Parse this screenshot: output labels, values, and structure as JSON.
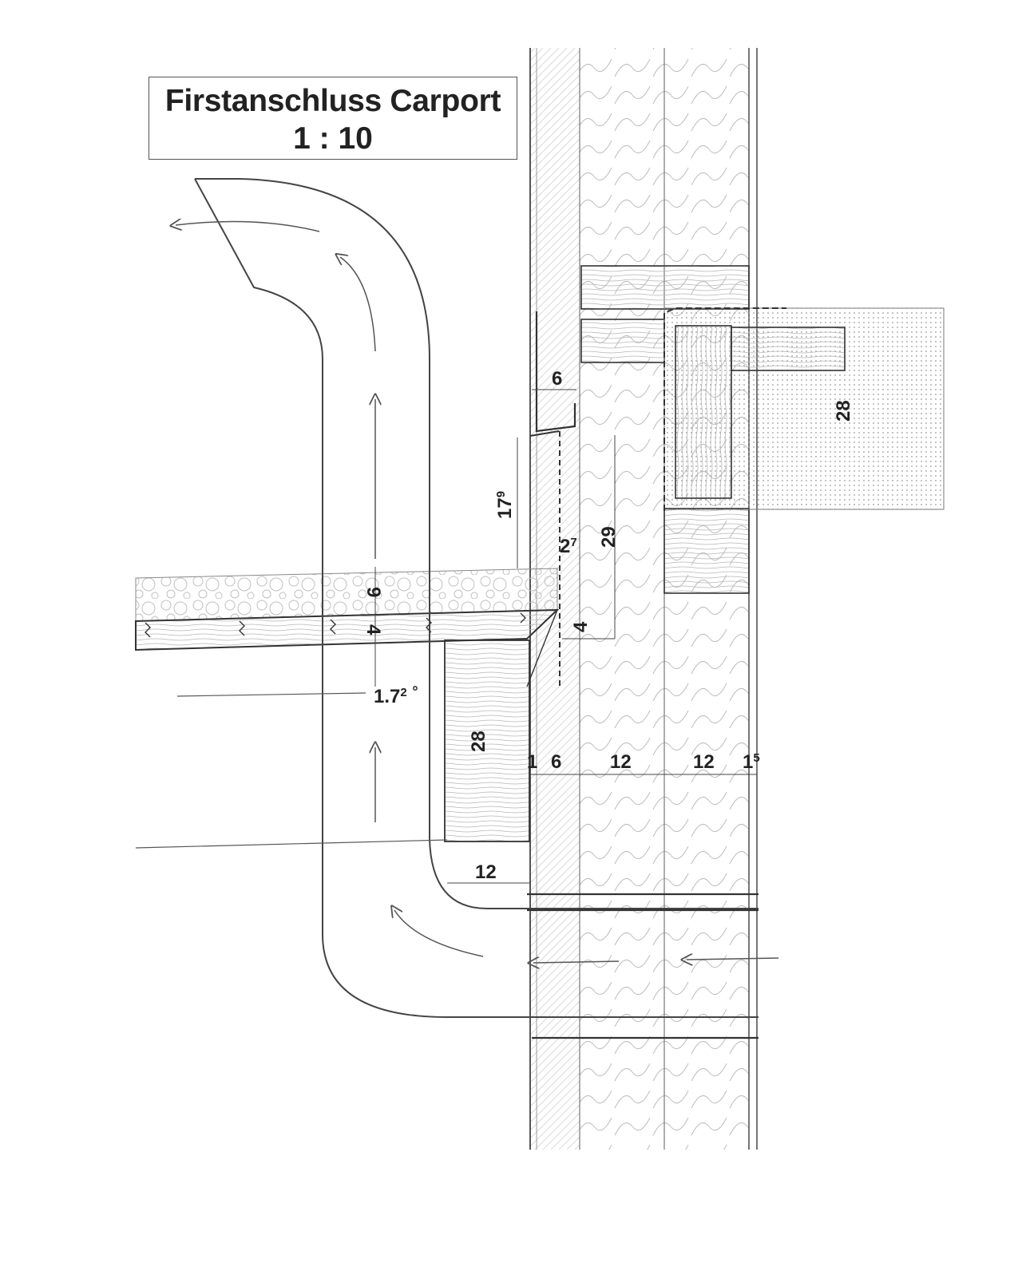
{
  "title": {
    "name": "Firstanschluss Carport",
    "scale": "1 : 10"
  },
  "dimensions": {
    "d_6_top": "6",
    "d_28_beam_right": "28",
    "d_17_base": "17",
    "d_17_sup": "9",
    "d_29": "29",
    "d_2_base": "2",
    "d_2_sup": "7",
    "d_9_roof": "9",
    "d_4_roof": "4",
    "d_4_small": "4",
    "angle_base": "1.7",
    "angle_sup": "2",
    "angle_unit": "°",
    "d_28_beam_left": "28",
    "d_1": "1",
    "d_6_bottom": "6",
    "d_12_a": "12",
    "d_12_b": "12",
    "d_1_base": "1",
    "d_1_sup": "5",
    "d_12_beam": "12"
  },
  "colors": {
    "ink": "#222222",
    "hatch": "#9a9a9a",
    "light": "#bdbdbd"
  }
}
